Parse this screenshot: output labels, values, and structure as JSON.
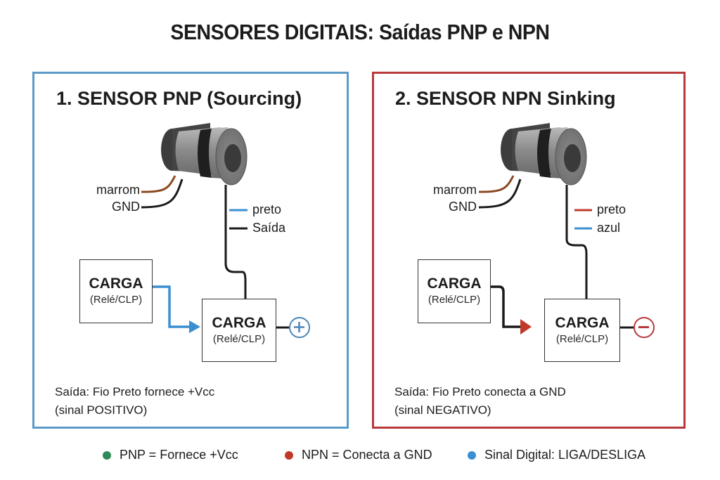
{
  "title": "SENSORES DIGITAIS: Saídas PNP e NPN",
  "colors": {
    "pnp_border": "#5b9bc8",
    "npn_border": "#b8393a",
    "signal_blue": "#3a8fd0",
    "signal_red": "#c0392b",
    "wire_brown": "#8b4a22",
    "wire_black": "#1a1a1a",
    "legend_green": "#2e8b57",
    "legend_red": "#c0392b",
    "legend_blue": "#3a8fd0"
  },
  "panels": {
    "pnp": {
      "title": "1. SENSOR PNP (Sourcing)",
      "left_wires": [
        {
          "label": "marrom",
          "color": "brown"
        },
        {
          "label": "GND",
          "color": "black"
        }
      ],
      "right_wires": [
        {
          "label": "preto",
          "color": "blue"
        },
        {
          "label": "Saída",
          "color": "black"
        }
      ],
      "load_left": {
        "title": "CARGA",
        "subtitle": "(Relé/CLP)"
      },
      "load_right": {
        "title": "CARGA",
        "subtitle": "(Relé/CLP)"
      },
      "terminal": "plus",
      "caption_line1": "Saída: Fio Preto fornece +Vcc",
      "caption_line2": "(sinal POSITIVO)"
    },
    "npn": {
      "title": "2. SENSOR NPN Sinking",
      "left_wires": [
        {
          "label": "marrom",
          "color": "brown"
        },
        {
          "label": "GND",
          "color": "black"
        }
      ],
      "right_wires": [
        {
          "label": "preto",
          "color": "red"
        },
        {
          "label": "azul",
          "color": "blue"
        }
      ],
      "load_left": {
        "title": "CARGA",
        "subtitle": "(Relé/CLP)"
      },
      "load_right": {
        "title": "CARGA",
        "subtitle": "(Relé/CLP)"
      },
      "terminal": "minus",
      "caption_line1": "Saída: Fio Preto conecta a GND",
      "caption_line2": "(sinal NEGATIVO)"
    }
  },
  "legend": [
    {
      "label": "PNP = Fornece +Vcc",
      "color": "green"
    },
    {
      "label": "NPN = Conecta a GND",
      "color": "red"
    },
    {
      "label": "Sinal Digital: LIGA/DESLIGA",
      "color": "blue"
    }
  ]
}
